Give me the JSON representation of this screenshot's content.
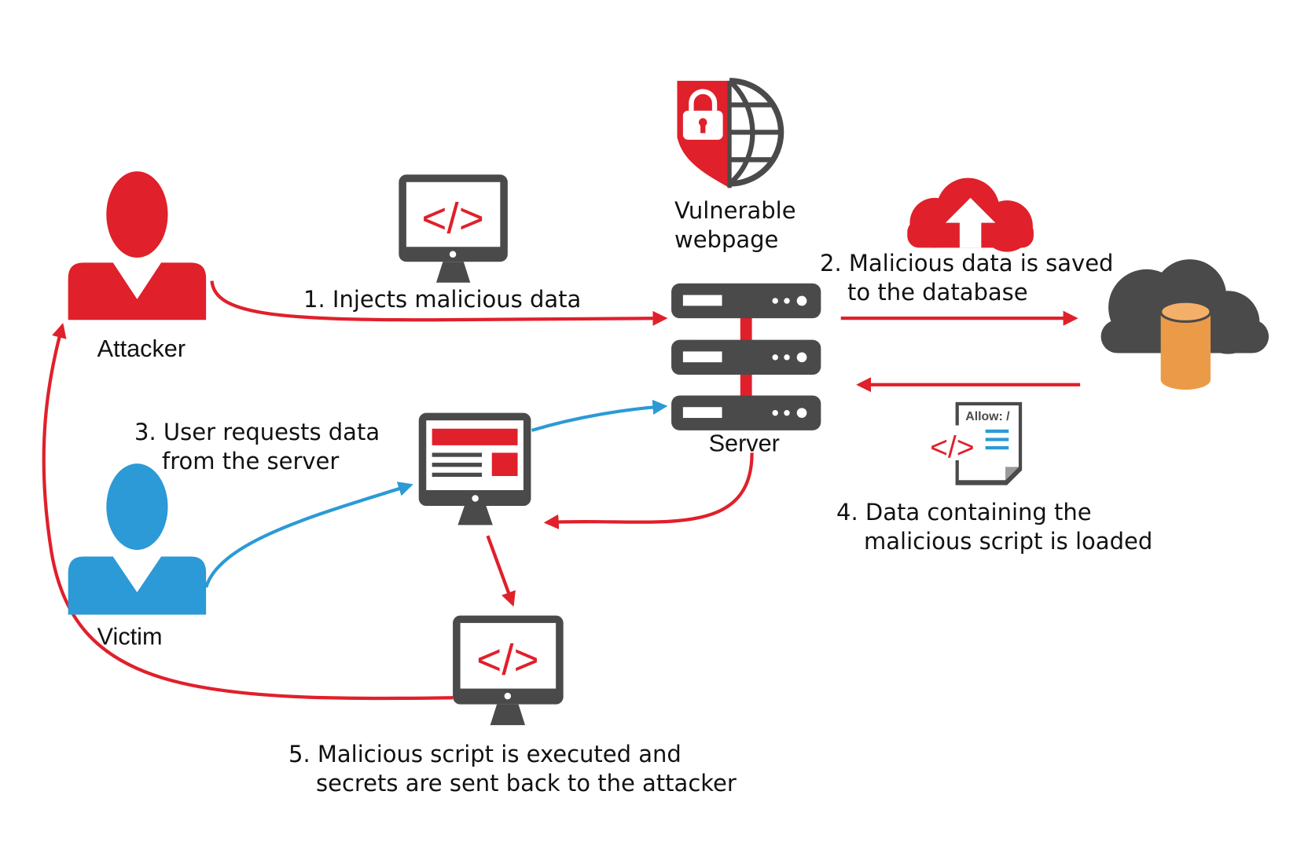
{
  "colors": {
    "red": "#e0202a",
    "blue": "#2b9ad6",
    "dark": "#4a4a4a",
    "orange": "#eb9b47",
    "white": "#ffffff",
    "text": "#111111"
  },
  "icons": {
    "attacker": "person-icon",
    "victim": "person-icon",
    "payload_monitor": "code-monitor-icon",
    "webpage": "shield-lock-globe-icon",
    "server": "server-rack-icon",
    "upload": "cloud-upload-icon",
    "database": "cloud-database-icon",
    "script_doc": "code-document-icon",
    "victim_monitor": "webpage-monitor-icon",
    "result_monitor": "code-monitor-icon"
  },
  "actors": {
    "attacker": "Attacker",
    "victim": "Victim"
  },
  "components": {
    "webpage": [
      "Vulnerable",
      "webpage"
    ],
    "server": "Server",
    "doc_label": "Allow: /",
    "code_glyph": "</>"
  },
  "steps": {
    "step1": "1. Injects malicious data",
    "step2": [
      "2. Malicious data is saved",
      "to the database"
    ],
    "step3": [
      "3. User requests data",
      "from the server"
    ],
    "step4": [
      "4. Data containing the",
      "malicious script is loaded"
    ],
    "step5": [
      "5. Malicious script is executed and",
      "secrets are sent back to the attacker"
    ]
  }
}
